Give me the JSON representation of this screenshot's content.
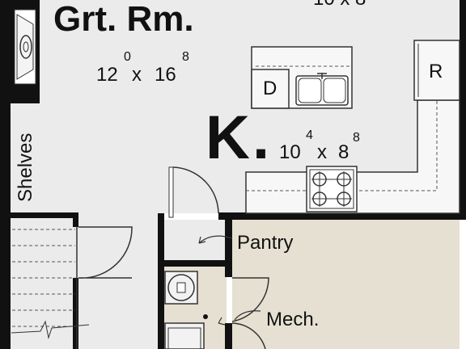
{
  "rooms": {
    "great_room": {
      "name": "Grt. Rm.",
      "dim_feet_a": "12",
      "dim_inch_a": "0",
      "dim_x": "x",
      "dim_feet_b": "16",
      "dim_inch_b": "8"
    },
    "kitchen": {
      "name": "K",
      "dot": ".",
      "dim_feet_a": "10",
      "dim_inch_a": "4",
      "dim_x": "x",
      "dim_feet_b": "8",
      "dim_inch_b": "8"
    },
    "top_partial": {
      "text": "10 x 8"
    },
    "pantry": {
      "name": "Pantry"
    },
    "mech": {
      "name": "Mech."
    },
    "shelves": {
      "name": "Shelves"
    }
  },
  "appliances": {
    "dishwasher": "D",
    "refrigerator": "R"
  },
  "colors": {
    "wall": "#111111",
    "floor_light": "#ebebeb",
    "floor_tan": "#e6e0d2",
    "line": "#333333"
  }
}
